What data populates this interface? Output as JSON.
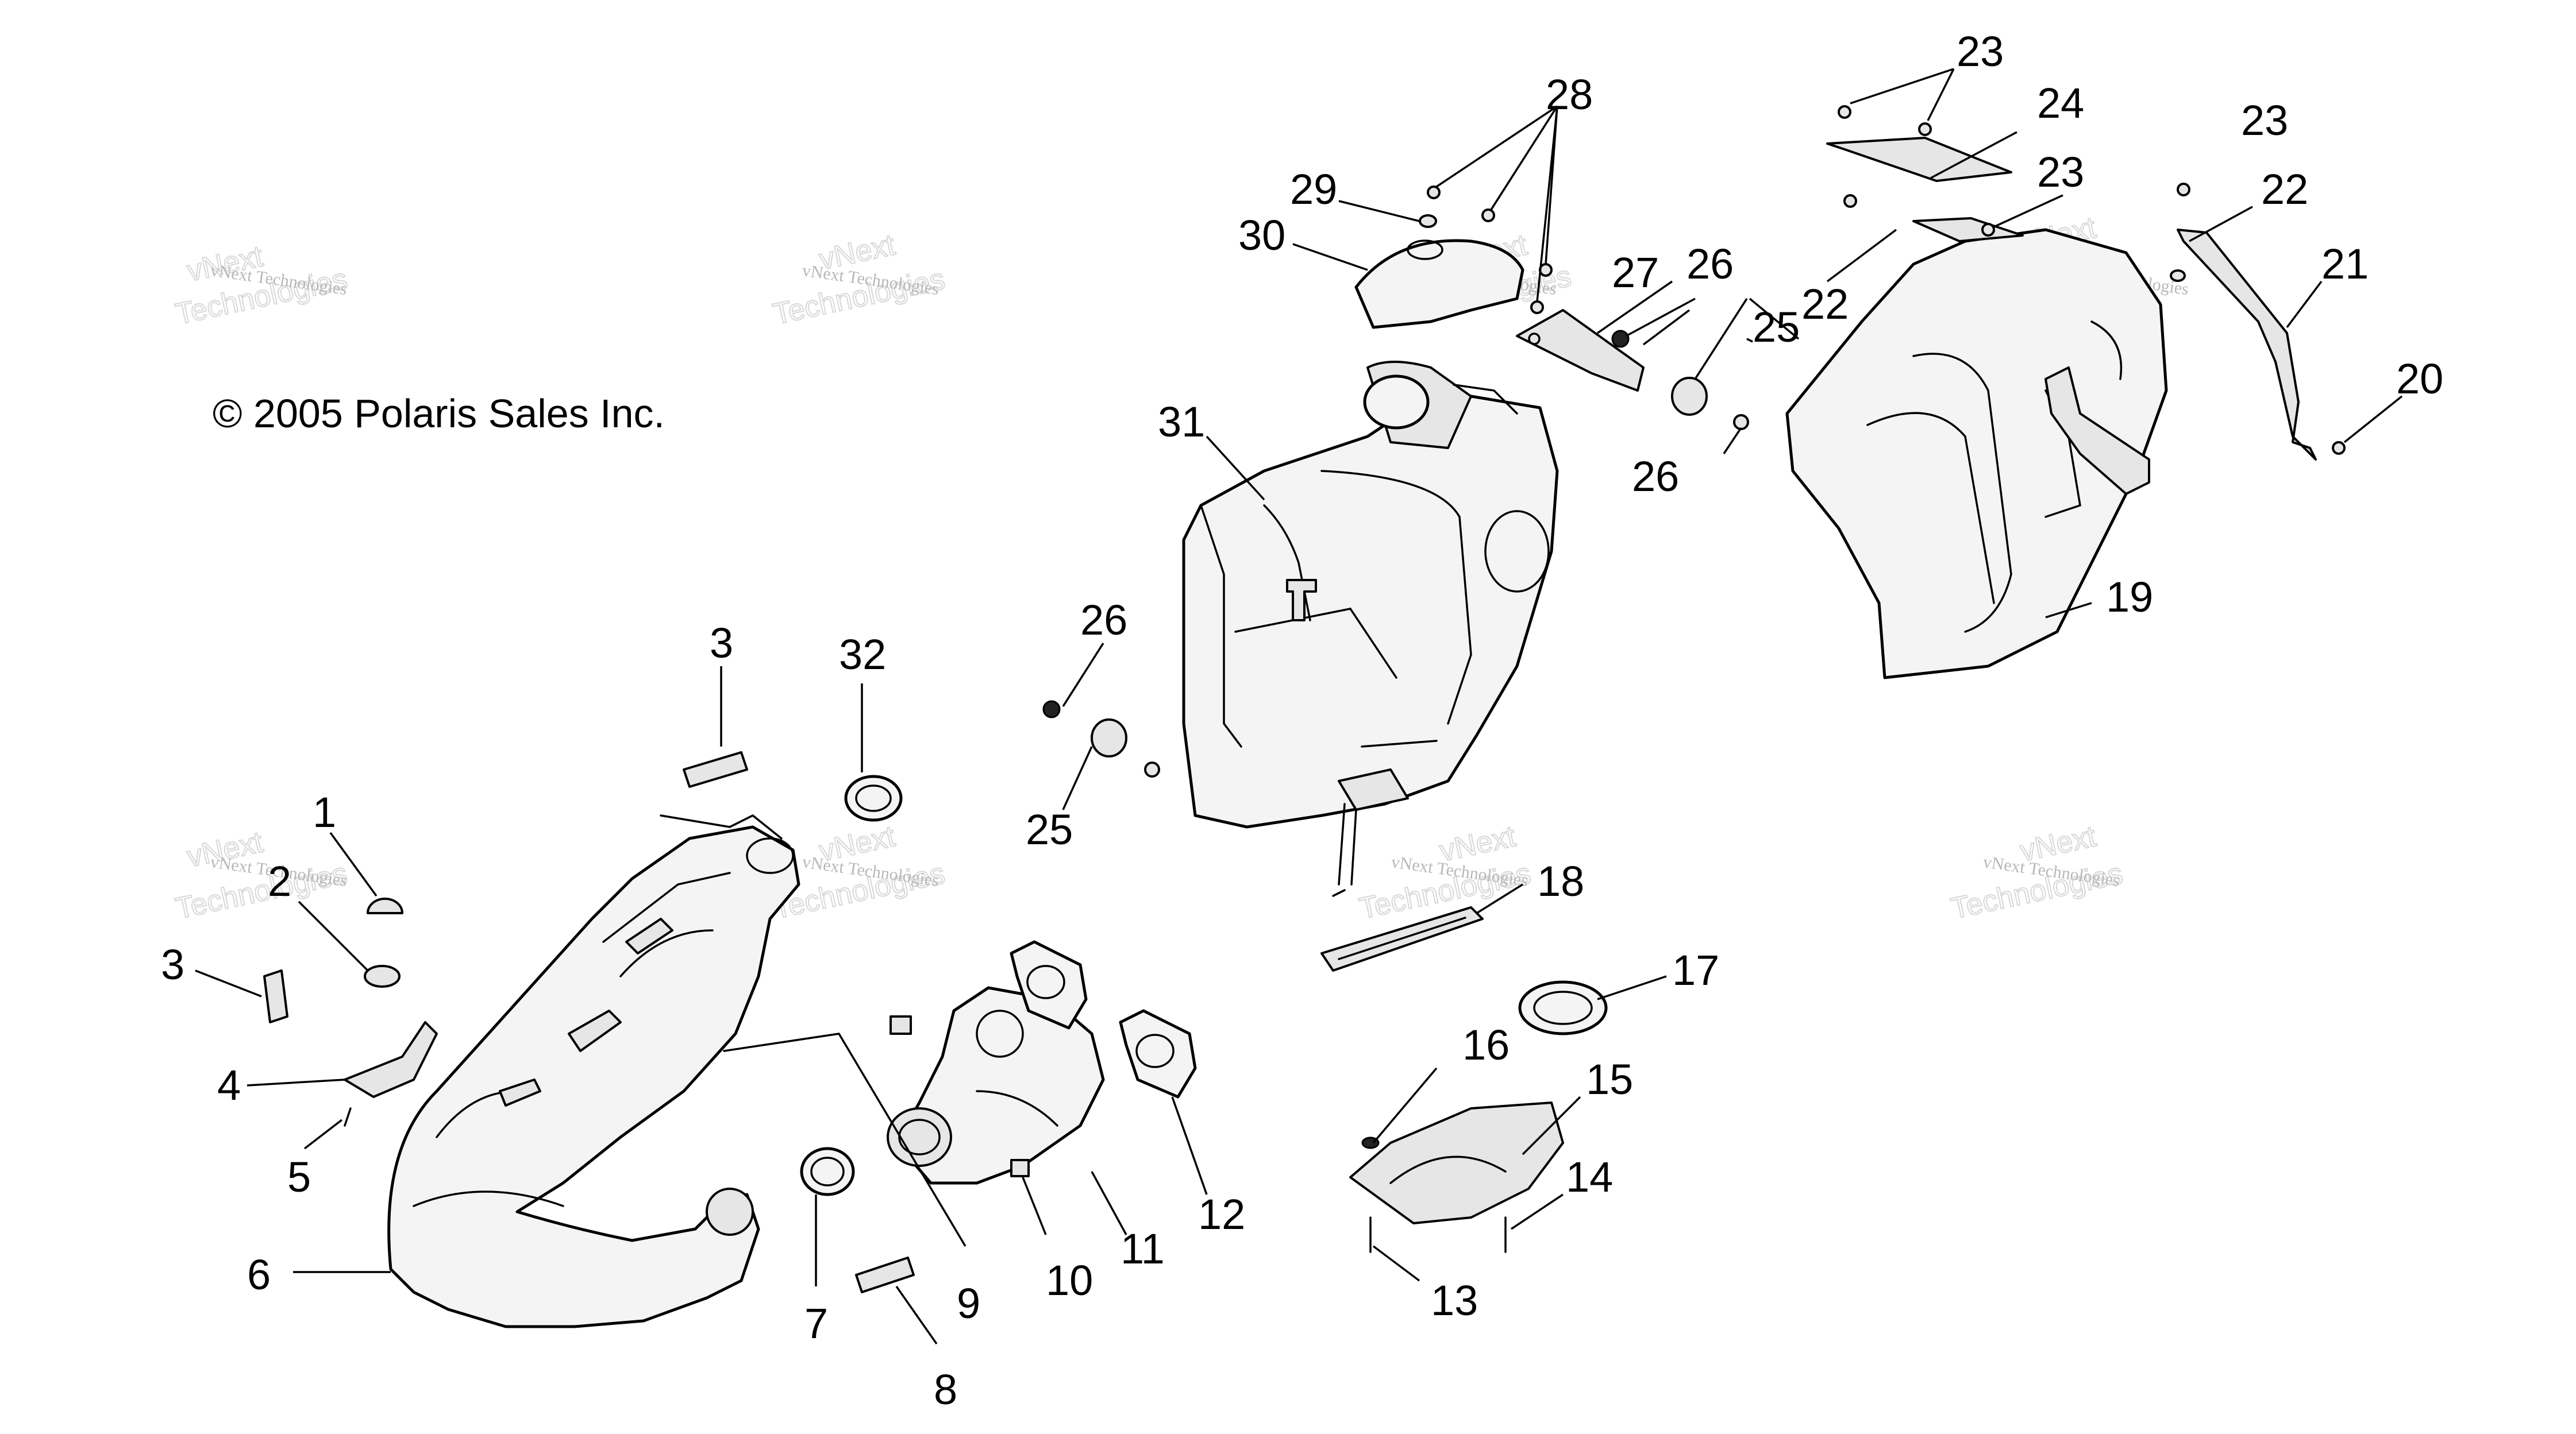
{
  "copyright": "© 2005 Polaris Sales Inc.",
  "watermark": {
    "line1": "vNext Technologies",
    "line2": "vNext",
    "line3": "Technologies"
  },
  "callouts": {
    "c1": "1",
    "c2": "2",
    "c3a": "3",
    "c3b": "3",
    "c4": "4",
    "c5": "5",
    "c6": "6",
    "c7": "7",
    "c8": "8",
    "c9": "9",
    "c10": "10",
    "c11": "11",
    "c12": "12",
    "c13": "13",
    "c14": "14",
    "c15": "15",
    "c16": "16",
    "c17": "17",
    "c18": "18",
    "c19": "19",
    "c20": "20",
    "c21": "21",
    "c22a": "22",
    "c22b": "22",
    "c23a": "23",
    "c23b": "23",
    "c23c": "23",
    "c24": "24",
    "c25a": "25",
    "c25b": "25",
    "c26a": "26",
    "c26b": "26",
    "c26c": "26",
    "c27": "27",
    "c28": "28",
    "c29": "29",
    "c30": "30",
    "c31": "31",
    "c32": "32"
  },
  "colors": {
    "ink": "#000000",
    "watermark": "#b8b8b8",
    "background": "#ffffff"
  }
}
